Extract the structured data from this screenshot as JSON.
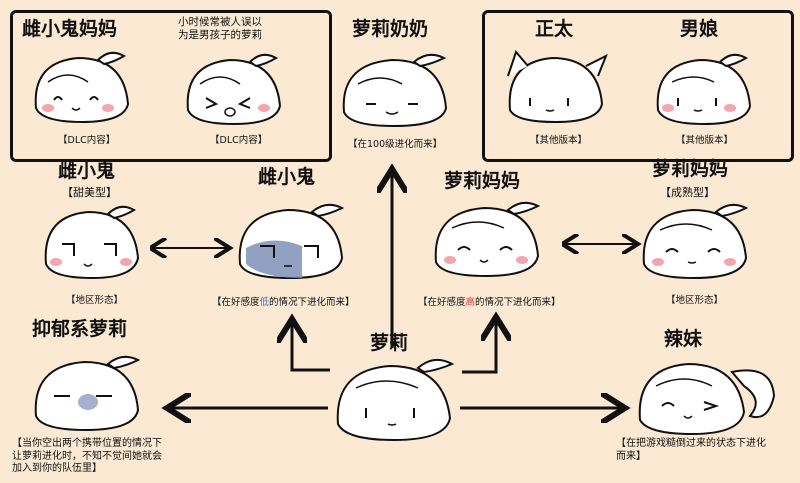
{
  "top": {
    "box_left": {
      "title_a": "雌小鬼妈妈",
      "caption_b": "小时候常被人误以\n为是男孩子的萝莉",
      "note_a": "【DLC内容】",
      "note_b": "【DLC内容】"
    },
    "center": {
      "title": "萝莉奶奶",
      "note": "【在100级进化而来】"
    },
    "box_right": {
      "title_a": "正太",
      "title_b": "男娘",
      "note_a": "【其他版本】",
      "note_b": "【其他版本】"
    }
  },
  "middle": {
    "left_a": {
      "title": "雌小鬼",
      "sub": "【甜美型】",
      "note": "【地区形态】"
    },
    "left_b": {
      "title": "雌小鬼",
      "note_pre": "【在好感度",
      "note_hl": "低",
      "note_post": "的情况下进化而来】"
    },
    "right_a": {
      "title": "萝莉妈妈",
      "note_pre": "【在好感度",
      "note_hl": "高",
      "note_post": "的情况下进化而来】"
    },
    "right_b": {
      "title": "萝莉妈妈",
      "sub": "【成熟型】",
      "note": "【地区形态】"
    }
  },
  "bottom": {
    "left": {
      "title": "抑郁系萝莉",
      "note": "【当你空出两个携带位置的情况下\n让萝莉进化时，不知不觉间她就会\n加入到你的队伍里】"
    },
    "center": {
      "title": "萝莉"
    },
    "right": {
      "title": "辣妹",
      "note": "【在把游戏糙倒过来的状态下进化\n而来】"
    }
  },
  "colors": {
    "background": "#fbe9d3",
    "blush": "#f3a6ad",
    "ink": "#111111",
    "blue_shade": "#7f8fb6"
  }
}
